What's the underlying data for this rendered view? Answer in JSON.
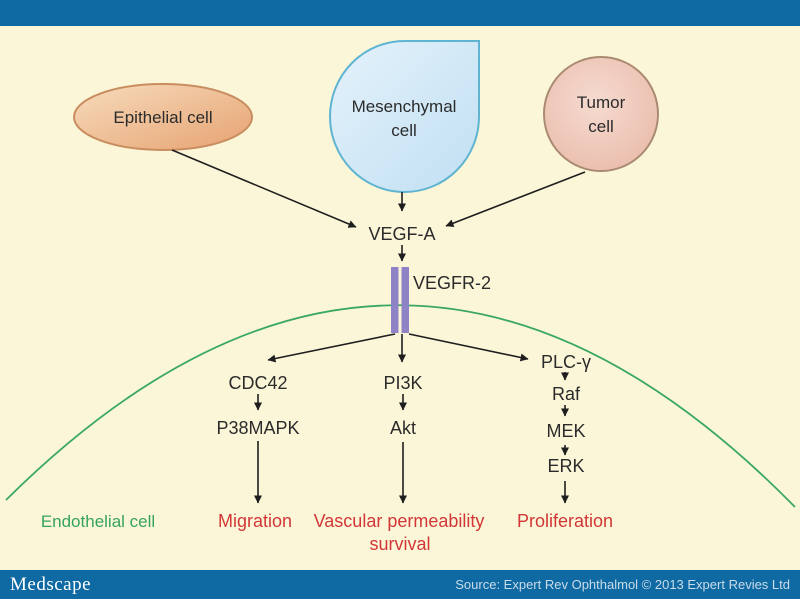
{
  "colors": {
    "banner_blue": "#0f69a2",
    "background_cream": "#fbf6d8",
    "membrane_green": "#3aa85e",
    "receptor_purple": "#8d83c6",
    "outcome_red": "#d23737",
    "endothelial_green": "#36a35c",
    "epithelial_fill": "#eeb387",
    "epithelial_border": "#c98d5f",
    "mesenchymal_fill": "#cfe7f6",
    "mesenchymal_border": "#5fb4d2",
    "tumor_fill": "#eec4b4",
    "tumor_border": "#aa8a70",
    "text_dark": "#2b2b2b"
  },
  "diagram": {
    "sources": {
      "epithelial": "Epithelial cell",
      "mesenchymal": [
        "Mesenchymal",
        "cell"
      ],
      "tumor": [
        "Tumor",
        "cell"
      ]
    },
    "ligand": "VEGF-A",
    "receptor": "VEGFR-2",
    "membrane_label": "Endothelial cell",
    "pathways": {
      "cdc42": "CDC42",
      "p38mapk": "P38MAPK",
      "pi3k": "PI3K",
      "akt": "Akt",
      "plc_gamma": "PLC-γ",
      "raf": "Raf",
      "mek": "MEK",
      "erk": "ERK"
    },
    "outcomes": {
      "migration": "Migration",
      "vascular": [
        "Vascular permeability",
        "survival"
      ],
      "proliferation": "Proliferation"
    }
  },
  "footer": {
    "logo": "Medscape",
    "source": "Source: Expert Rev Ophthalmol © 2013 Expert Revies Ltd"
  }
}
